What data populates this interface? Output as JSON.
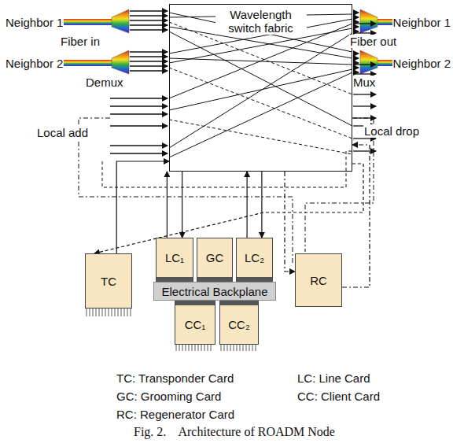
{
  "diagram": {
    "caption": "Fig. 2.    Architecture of ROADM Node",
    "nodes": [
      {
        "text": [
          "Wavelength switch fabric"
        ]
      },
      {
        "text": [
          "TC"
        ]
      },
      {
        "text": [
          "LC₁"
        ]
      },
      {
        "text": [
          "GC"
        ]
      },
      {
        "text": [
          "LC₂"
        ]
      },
      {
        "text": [
          "Electrical Backplane"
        ]
      },
      {
        "text": [
          "CC₁"
        ]
      },
      {
        "text": [
          "CC₂"
        ]
      },
      {
        "text": [
          "RC"
        ]
      }
    ],
    "edges": [
      {
        "from": 1,
        "to": 0,
        "arrow": "to"
      },
      {
        "from": 0,
        "to": 1,
        "arrow": "to"
      },
      {
        "from": 2,
        "to": 0,
        "arrow": "to"
      },
      {
        "from": 0,
        "to": 2,
        "arrow": "to"
      },
      {
        "from": 4,
        "to": 0,
        "arrow": "to"
      },
      {
        "from": 0,
        "to": 4,
        "arrow": "to"
      },
      {
        "from": 0,
        "to": 8,
        "arrow": "to"
      },
      {
        "from": 8,
        "to": 0,
        "arrow": "to"
      }
    ],
    "labels": [
      "Neighbor 1",
      "Fiber in",
      "Neighbor 2",
      "Demux",
      "Neighbor 1",
      "Fiber out",
      "Neighbor 2",
      "Mux",
      "Local add",
      "Local drop",
      "TC: Transponder Card",
      "LC: Line Card",
      "GC: Grooming Card",
      "CC: Client Card",
      "RC: Regenerator Card"
    ]
  }
}
